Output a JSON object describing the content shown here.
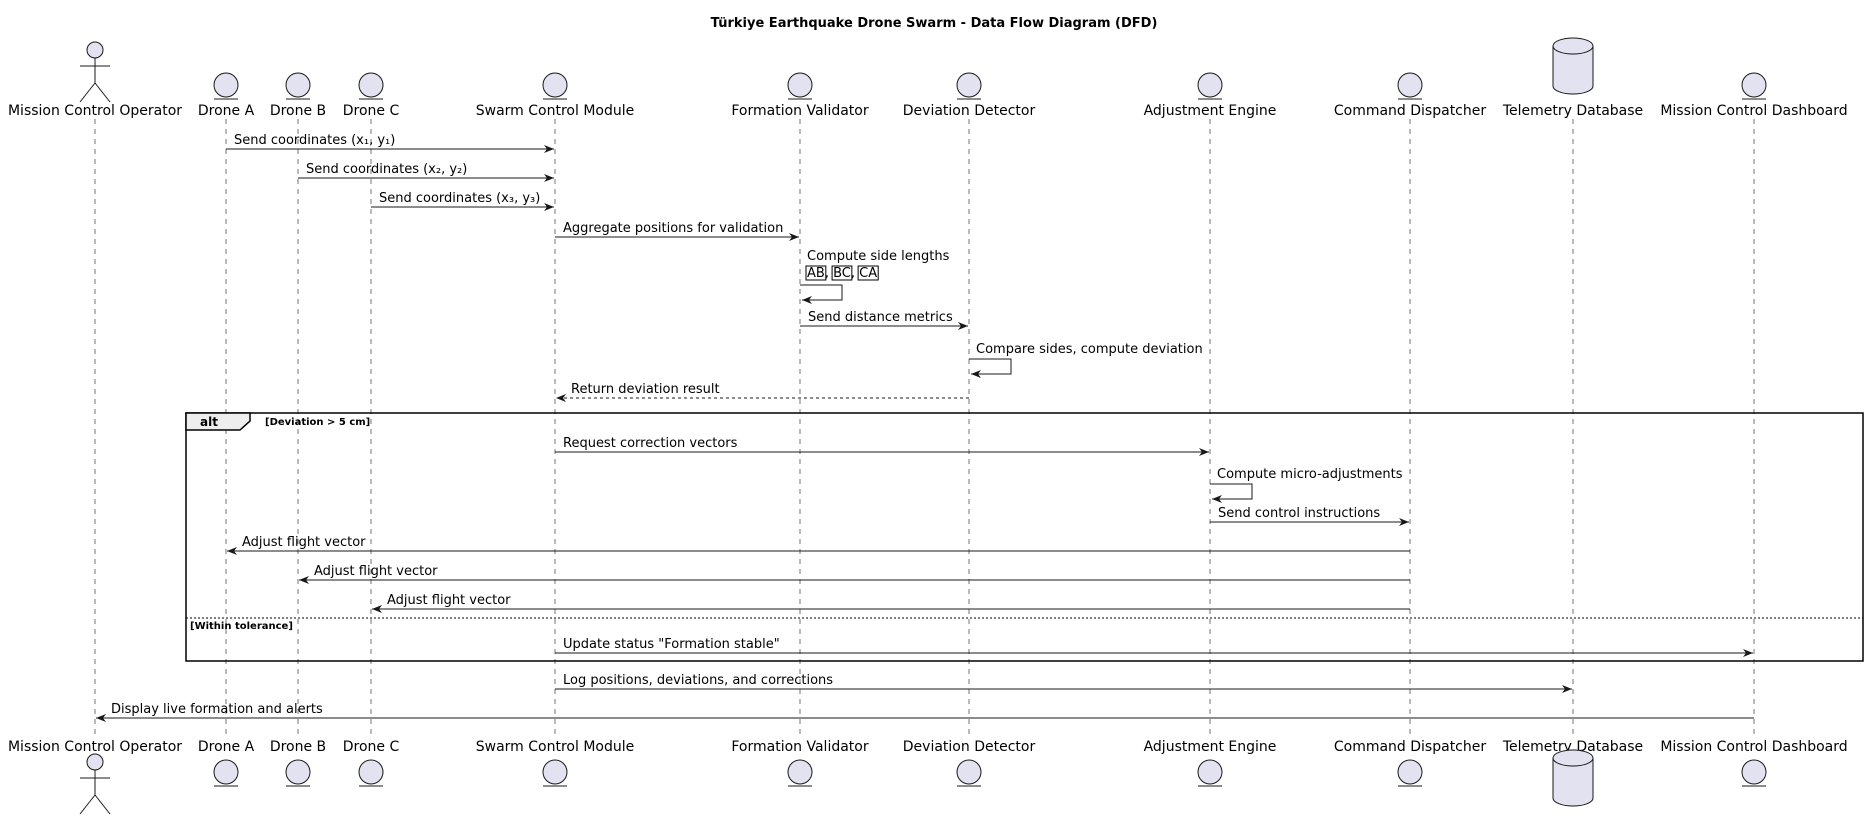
{
  "title": "Türkiye Earthquake Drone Swarm - Data Flow Diagram (DFD)",
  "participants": [
    {
      "id": "op",
      "label": "Mission Control Operator",
      "kind": "actor"
    },
    {
      "id": "a",
      "label": "Drone A",
      "kind": "entity"
    },
    {
      "id": "b",
      "label": "Drone B",
      "kind": "entity"
    },
    {
      "id": "c",
      "label": "Drone C",
      "kind": "entity"
    },
    {
      "id": "scm",
      "label": "Swarm Control Module",
      "kind": "entity"
    },
    {
      "id": "fv",
      "label": "Formation Validator",
      "kind": "entity"
    },
    {
      "id": "dd",
      "label": "Deviation Detector",
      "kind": "entity"
    },
    {
      "id": "ae",
      "label": "Adjustment Engine",
      "kind": "entity"
    },
    {
      "id": "cd",
      "label": "Command Dispatcher",
      "kind": "entity"
    },
    {
      "id": "tdb",
      "label": "Telemetry Database",
      "kind": "database"
    },
    {
      "id": "mcd",
      "label": "Mission Control Dashboard",
      "kind": "entity"
    }
  ],
  "messages": [
    {
      "from": "a",
      "to": "scm",
      "label": "Send coordinates (x₁, y₁)"
    },
    {
      "from": "b",
      "to": "scm",
      "label": "Send coordinates (x₂, y₂)"
    },
    {
      "from": "c",
      "to": "scm",
      "label": "Send coordinates (x₃, y₃)"
    },
    {
      "from": "scm",
      "to": "fv",
      "label": "Aggregate positions for validation"
    },
    {
      "from": "fv",
      "to": "fv",
      "label": "Compute side lengths",
      "sublabel_parts": [
        "AB",
        ", ",
        "BC",
        ", ",
        "CA"
      ]
    },
    {
      "from": "fv",
      "to": "dd",
      "label": "Send distance metrics"
    },
    {
      "from": "dd",
      "to": "dd",
      "label": "Compare sides, compute deviation"
    },
    {
      "from": "dd",
      "to": "scm",
      "label": "Return deviation result",
      "dashed": true
    },
    {
      "from": "scm",
      "to": "ae",
      "label": "Request correction vectors"
    },
    {
      "from": "ae",
      "to": "ae",
      "label": "Compute micro-adjustments"
    },
    {
      "from": "ae",
      "to": "cd",
      "label": "Send control instructions"
    },
    {
      "from": "cd",
      "to": "a",
      "label": "Adjust flight vector"
    },
    {
      "from": "cd",
      "to": "b",
      "label": "Adjust flight vector"
    },
    {
      "from": "cd",
      "to": "c",
      "label": "Adjust flight vector"
    },
    {
      "from": "scm",
      "to": "mcd",
      "label": "Update status \"Formation stable\""
    },
    {
      "from": "scm",
      "to": "tdb",
      "label": "Log positions, deviations, and corrections"
    },
    {
      "from": "mcd",
      "to": "op",
      "label": "Display live formation and alerts"
    }
  ],
  "alt_fragment": {
    "keyword": "alt",
    "guard_1": "[Deviation > 5 cm]",
    "guard_2": "[Within tolerance]"
  },
  "colors": {
    "participant_fill": "#e2e2f0",
    "participant_stroke": "#181818",
    "line": "#181818",
    "alt_header_fill": "#eeeeee"
  }
}
